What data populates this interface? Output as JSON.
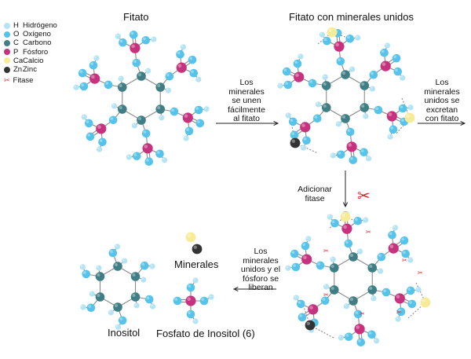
{
  "legend": {
    "items": [
      {
        "symbol": "H",
        "name": "Hidrógeno",
        "color": "#b4e4f3"
      },
      {
        "symbol": "O",
        "name": "Oxígeno",
        "color": "#56c4ea"
      },
      {
        "symbol": "C",
        "name": "Carbono",
        "color": "#3e7e84"
      },
      {
        "symbol": "P",
        "name": "Fósforo",
        "color": "#c6327e"
      },
      {
        "symbol": "Ca",
        "name": "Calcio",
        "color": "#f7eb96"
      },
      {
        "symbol": "Zn",
        "name": "Zinc",
        "color": "#333333"
      }
    ],
    "enzyme": {
      "name": "Fitase",
      "color": "#e0232e"
    }
  },
  "titles": {
    "phytate": "Fitato",
    "phytate_minerals": "Fitato con minerales unidos",
    "minerals": "Minerales",
    "inositol": "Inositol",
    "inositol_phosphate": "Fosfato de Inositol (6)"
  },
  "notes": {
    "bind": [
      "Los",
      "minerales",
      "se unen",
      "fácilmente",
      "al fitato"
    ],
    "excrete": [
      "Los",
      "minerales",
      "unidos se",
      "excretan",
      "con fitato"
    ],
    "add_enzyme": [
      "Adicionar",
      "fitase"
    ],
    "release": [
      "Los",
      "minerales",
      "unidos y el",
      "fósforo se",
      "liberan"
    ]
  },
  "colors": {
    "hydrogen": "#b4e4f3",
    "oxygen": "#56c4ea",
    "carbon": "#3e7e84",
    "phosphorus": "#c6327e",
    "calcium": "#f7eb96",
    "zinc": "#333333",
    "enzyme": "#e0232e",
    "bond": "#8a8a8a"
  }
}
